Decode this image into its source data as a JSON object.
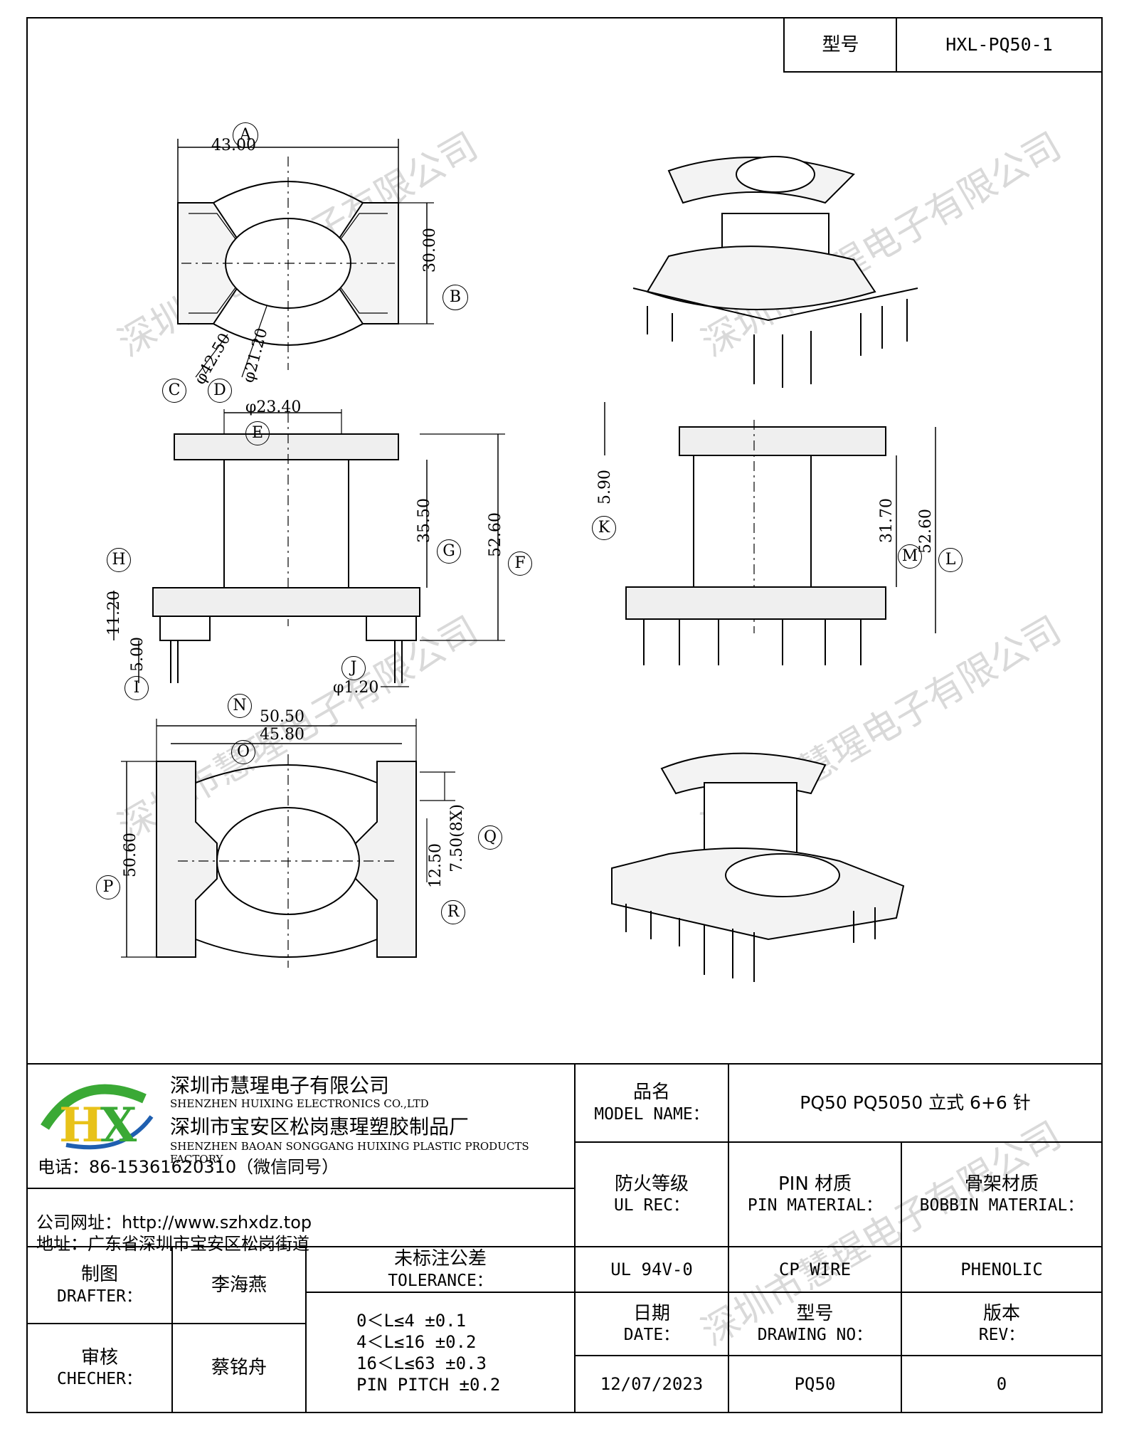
{
  "header": {
    "type_label": "型号",
    "type_value": "HXL-PQ50-1"
  },
  "watermark": "深圳市慧瑆电子有限公司",
  "dimensions": {
    "A": "A",
    "A_val": "43.00",
    "B": "B",
    "B_val": "30.00",
    "C": "C",
    "C_val": "φ42.50",
    "D": "D",
    "D_val": "φ21.20",
    "E": "E",
    "E_val": "φ23.40",
    "F": "F",
    "F_val": "52.60",
    "G": "G",
    "G_val": "35.50",
    "H": "H",
    "H_val": "11.20",
    "I": "I",
    "I_val": "5.00",
    "J": "J",
    "J_val": "φ1.20",
    "K": "K",
    "K_val": "5.90",
    "L": "L",
    "L_val": "52.60",
    "M": "M",
    "M_val": "31.70",
    "N": "N",
    "N_val": "50.50",
    "O": "O",
    "O_val": "45.80",
    "P": "P",
    "P_val": "50.60",
    "Q": "Q",
    "Q_val": "7.50(8X)",
    "R": "R",
    "R_val": "12.50"
  },
  "company": {
    "logo_text": "HX",
    "name_cn": "深圳市慧瑆电子有限公司",
    "name_en": "SHENZHEN HUIXING ELECTRONICS CO.,LTD",
    "factory_cn": "深圳市宝安区松岗惠瑆塑胶制品厂",
    "factory_en": "SHENZHEN BAOAN SONGGANG HUIXING PLASTIC PRODUCTS FACTORY",
    "phone": "电话：86-15361620310（微信同号）",
    "website": "公司网址：http://www.szhxdz.top",
    "address": "地址：广东省深圳市宝安区松岗街道"
  },
  "title_block": {
    "model_name_cn": "品名",
    "model_name_en": "MODEL NAME：",
    "model_name_value": "PQ50 PQ5050 立式 6+6 针",
    "ul_cn": "防火等级",
    "ul_en": "UL REC：",
    "pin_cn": "PIN 材质",
    "pin_en": "PIN MATERIAL：",
    "bobbin_cn": "骨架材质",
    "bobbin_en": "BOBBIN MATERIAL：",
    "ul_value": "UL 94V-0",
    "pin_value": "CP WIRE",
    "bobbin_value": "PHENOLIC",
    "drafter_cn": "制图",
    "drafter_en": "DRAFTER：",
    "drafter_name": "李海燕",
    "checker_cn": "审核",
    "checker_en": "CHECHER：",
    "checker_name": "蔡铭舟",
    "tolerance_cn": "未标注公差",
    "tolerance_en": "TOLERANCE：",
    "tolerance_rows": [
      "0＜L≤4  ±0.1",
      "4＜L≤16 ±0.2",
      "16＜L≤63 ±0.3",
      "PIN PITCH ±0.2"
    ],
    "date_cn": "日期",
    "date_en": "DATE：",
    "date_value": "12/07/2023",
    "drawing_cn": "型号",
    "drawing_en": "DRAWING NO：",
    "drawing_value": "PQ50",
    "rev_cn": "版本",
    "rev_en": "REV：",
    "rev_value": "0"
  },
  "colors": {
    "logo_green": "#3aa935",
    "logo_yellow": "#e8c21a",
    "logo_blue": "#1f5fb0",
    "line": "#000000",
    "fill_gray": "#ececec"
  }
}
